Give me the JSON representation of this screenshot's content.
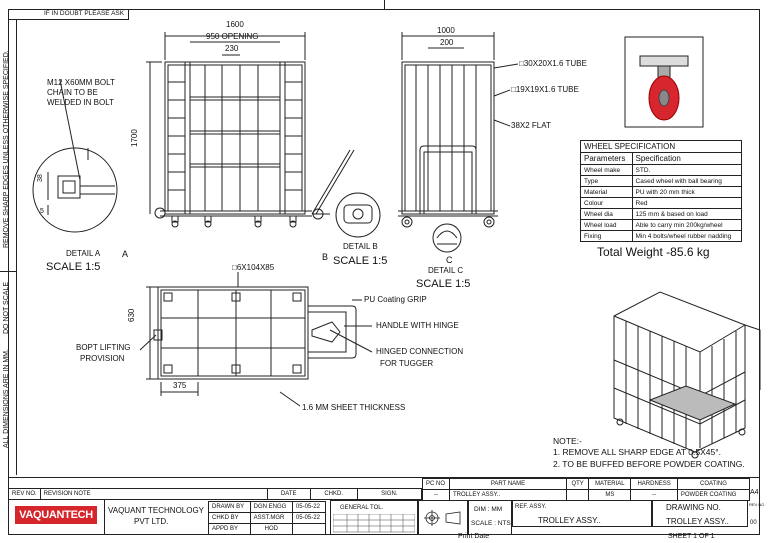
{
  "title_top": "IF IN DOUBT PLEASE ASK",
  "side_notes": {
    "upper": "REMOVE SHARP EDGES UNLESS OTHERWISE SPECIFIED.",
    "middle": "DO NOT SCALE",
    "lower": "ALL DIMENSIONS ARE IN MM."
  },
  "front_view": {
    "dim_overall": "1600",
    "dim_opening": "950 OPENING",
    "dim_bay": "230",
    "dim_height": "1700"
  },
  "side_view": {
    "dim_width": "1000",
    "dim_bay": "200",
    "label_tube1": "□30X20X1.6 TUBE",
    "label_tube2": "□19X19X1.6 TUBE",
    "label_flat": "38X2 FLAT"
  },
  "detail_a": {
    "note_line1": "M12 X60MM BOLT",
    "note_line2": "CHAIN TO BE",
    "note_line3": "WELDED IN BOLT",
    "dim1": "38",
    "dim2": "5",
    "title": "DETAIL A",
    "scale": "SCALE 1:5",
    "marker": "A"
  },
  "detail_b": {
    "title": "DETAIL B",
    "scale": "SCALE 1:5",
    "marker": "B"
  },
  "detail_c": {
    "title": "DETAIL C",
    "scale": "SCALE 1:5",
    "marker": "C"
  },
  "plan_view": {
    "label_tube": "□6X104X85",
    "dim_depth": "630",
    "dim_bay": "375",
    "label_grip": "PU Coating GRIP",
    "label_handle": "HANDLE WITH HINGE",
    "label_hinge_line1": "HINGED CONNECTION",
    "label_hinge_line2": "FOR TUGGER",
    "label_lift_line1": "BOPT LIFTING",
    "label_lift_line2": "PROVISION",
    "label_sheet": "1.6 MM SHEET THICKNESS"
  },
  "wheel_spec": {
    "title": "WHEEL SPECIFICATION",
    "headers": [
      "Parameters",
      "Specification"
    ],
    "rows": [
      [
        "Wheel make",
        "STD."
      ],
      [
        "Type",
        "Cased wheel with ball bearing"
      ],
      [
        "Material",
        "PU with 20 mm thick"
      ],
      [
        "Colour",
        "Red"
      ],
      [
        "Wheel dia",
        "125 mm & based on load"
      ],
      [
        "Wheel load",
        "Able to carry min 200kg/wheel"
      ],
      [
        "Fixing",
        "Min 4 bolts/wheel rubber nadding"
      ]
    ]
  },
  "total_weight": "Total Weight -85.6 kg",
  "notes": {
    "heading": "NOTE:-",
    "line1": "1. REMOVE ALL SHARP EDGE AT 0.5X45°.",
    "line2": "2. TO BE BUFFED BEFORE POWDER COATING."
  },
  "title_block": {
    "rev_no": "REV NO.",
    "rev_note": "REVISION NOTE",
    "date": "DATE",
    "chkd": "CHKD.",
    "sign": "SIGN.",
    "pc_no": "PC NO",
    "part_name": "PART NAME",
    "qty": "QTY",
    "material": "MATERIAL",
    "hardness": "HARDNESS",
    "coating": "COATING",
    "pc_no_val": "--",
    "part_name_val": "TROLLEY ASSY..",
    "material_val": "MS",
    "hardness_val": "--",
    "coating_val": "POWDER COATING",
    "sheet_size": "A4",
    "logo": "VAQUANTECH",
    "company_line1": "VAQUANT TECHNOLOGY",
    "company_line2": "PVT LTD.",
    "drawn_by": "DRAWN BY",
    "drawn_name": "DGN ENGG",
    "drawn_date": "05-05-22",
    "chkd_by": "CHKD BY",
    "chkd_name": "ASST.MGR",
    "chkd_date": "05-05-22",
    "appd_by": "APPD BY",
    "appd_name": "HOD",
    "general_tol": "GENERAL TOL.",
    "dim_mm": "DIM : MM",
    "scale_nts": "SCALE : NTS",
    "ref_assy": "REF. ASSY.",
    "ref_assy_val": "TROLLEY ASSY..",
    "drawing_no": "DRAWING NO.",
    "drawing_no_val": "TROLLEY ASSY..",
    "rev_label": "REV NO",
    "rev_val": "00",
    "print_date": "Print Date",
    "sheet": "SHEET 1 OF 1"
  }
}
